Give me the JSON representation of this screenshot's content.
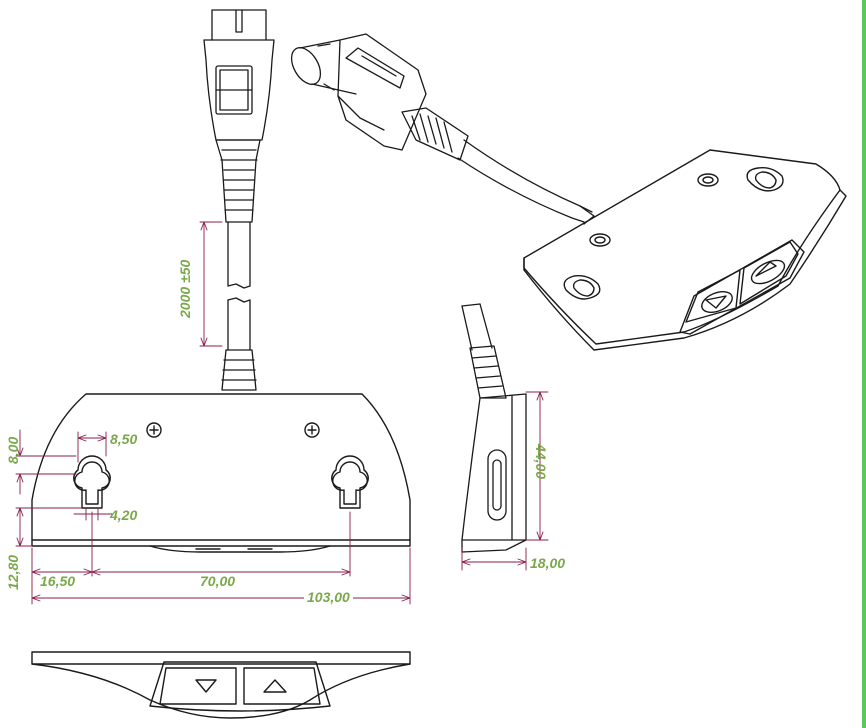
{
  "colors": {
    "line": "#1a1a1a",
    "dimension_line": "#8a1c4a",
    "dimension_text": "#7aa84a",
    "accent_bar": "#5cc85c"
  },
  "dimensions": {
    "cable_length": "2000 ±50",
    "keyhole_width": "8,50",
    "keyhole_slot": "4,20",
    "keyhole_height": "8,00",
    "bottom_offset": "12,80",
    "left_offset": "16,50",
    "hole_spacing": "70,00",
    "total_width": "103,00",
    "side_height": "44,00",
    "side_depth": "18,00"
  },
  "icons": {
    "button_down": "triangle-down-icon",
    "button_up": "triangle-up-icon"
  }
}
